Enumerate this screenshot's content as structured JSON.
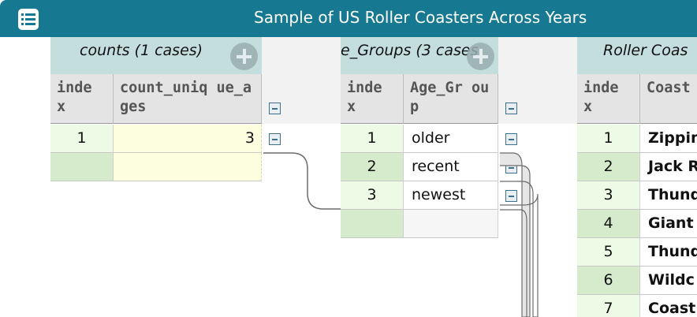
{
  "window": {
    "title": "Sample of US Roller Coasters Across Years"
  },
  "tables": {
    "counts": {
      "title": "counts (1 cases)",
      "columns": [
        "inde x",
        "count_uniq ue_ages"
      ],
      "rows": [
        {
          "index": "1",
          "count_unique_ages": "3"
        }
      ]
    },
    "age_groups": {
      "title": "e_Groups (3 cases",
      "columns": [
        "inde x",
        "Age_Gr oup"
      ],
      "rows": [
        {
          "index": "1",
          "age_group": "older"
        },
        {
          "index": "2",
          "age_group": "recent"
        },
        {
          "index": "3",
          "age_group": "newest"
        }
      ]
    },
    "roller_coasters": {
      "title": "Roller Coas",
      "columns": [
        "inde x",
        "Coast"
      ],
      "rows": [
        {
          "index": "1",
          "coaster": "Zippin"
        },
        {
          "index": "2",
          "coaster": "Jack R"
        },
        {
          "index": "3",
          "coaster": "Thund"
        },
        {
          "index": "4",
          "coaster": "Giant"
        },
        {
          "index": "5",
          "coaster": "Thund"
        },
        {
          "index": "6",
          "coaster": "Wildc"
        },
        {
          "index": "7",
          "coaster": "Coast"
        }
      ]
    }
  },
  "icons": {
    "menu": "table-list-icon",
    "add_attribute": "plus-circle-icon",
    "collapse": "minus-square-icon"
  },
  "colors": {
    "titlebar": "#177991",
    "table_header": "#c4dede",
    "row_light": "#ecfae6",
    "row_dark": "#d6ebcc",
    "count_cell": "#fdfde0"
  }
}
